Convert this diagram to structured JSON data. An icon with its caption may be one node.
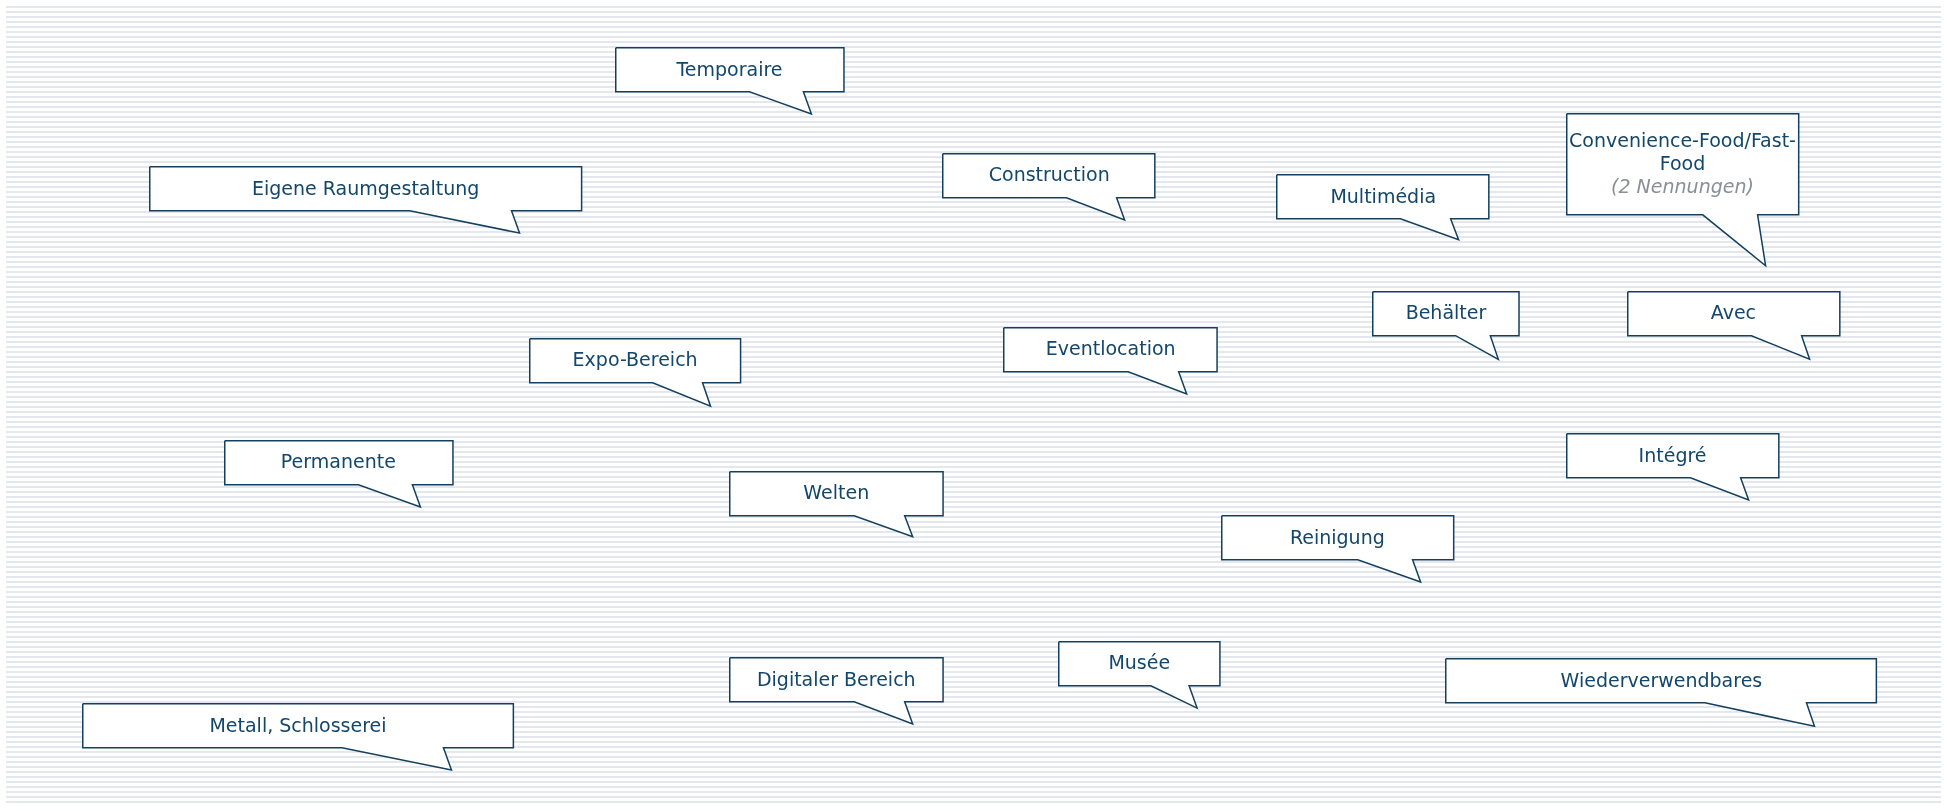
{
  "diagram": {
    "nodes": [
      {
        "text": [
          "Temporaire"
        ]
      },
      {
        "text": [
          "Eigene Raumgestaltung"
        ]
      },
      {
        "text": [
          "Construction"
        ]
      },
      {
        "text": [
          "Multimédia"
        ]
      },
      {
        "text": [
          "Convenience-Food/Fast-Food",
          "(2 Nennungen)"
        ]
      },
      {
        "text": [
          "Behälter"
        ]
      },
      {
        "text": [
          "Avec"
        ]
      },
      {
        "text": [
          "Expo-Bereich"
        ]
      },
      {
        "text": [
          "Eventlocation"
        ]
      },
      {
        "text": [
          "Permanente"
        ]
      },
      {
        "text": [
          "Intégré"
        ]
      },
      {
        "text": [
          "Welten"
        ]
      },
      {
        "text": [
          "Reinigung"
        ]
      },
      {
        "text": [
          "Musée"
        ]
      },
      {
        "text": [
          "Digitaler Bereich"
        ]
      },
      {
        "text": [
          "Wiederverwendbares"
        ]
      },
      {
        "text": [
          "Metall, Schlosserei"
        ]
      }
    ]
  }
}
